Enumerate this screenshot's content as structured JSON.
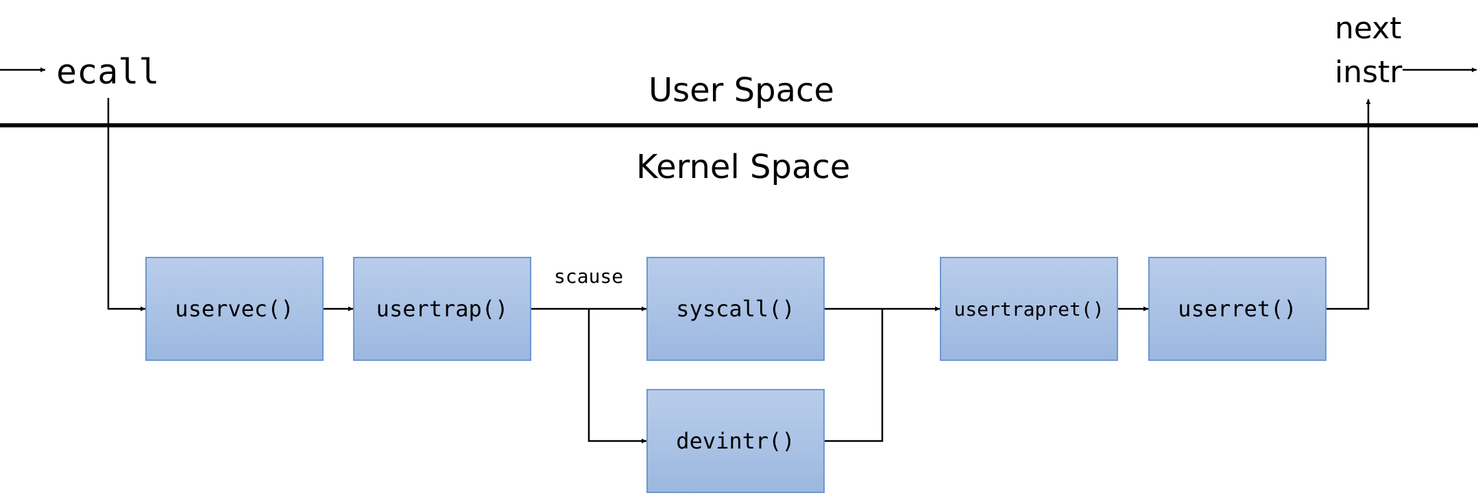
{
  "labels": {
    "ecall": "ecall",
    "user_space": "User Space",
    "kernel_space": "Kernel Space",
    "next": "next",
    "instr": "instr",
    "scause": "scause"
  },
  "nodes": {
    "uservec": "uservec()",
    "usertrap": "usertrap()",
    "syscall": "syscall()",
    "devintr": "devintr()",
    "usertrapret": "usertrapret()",
    "userret": "userret()"
  },
  "colors": {
    "box_top": "#b9cdea",
    "box_bottom": "#9cb8e0",
    "box_border": "#6d96d2",
    "line": "#000000"
  }
}
